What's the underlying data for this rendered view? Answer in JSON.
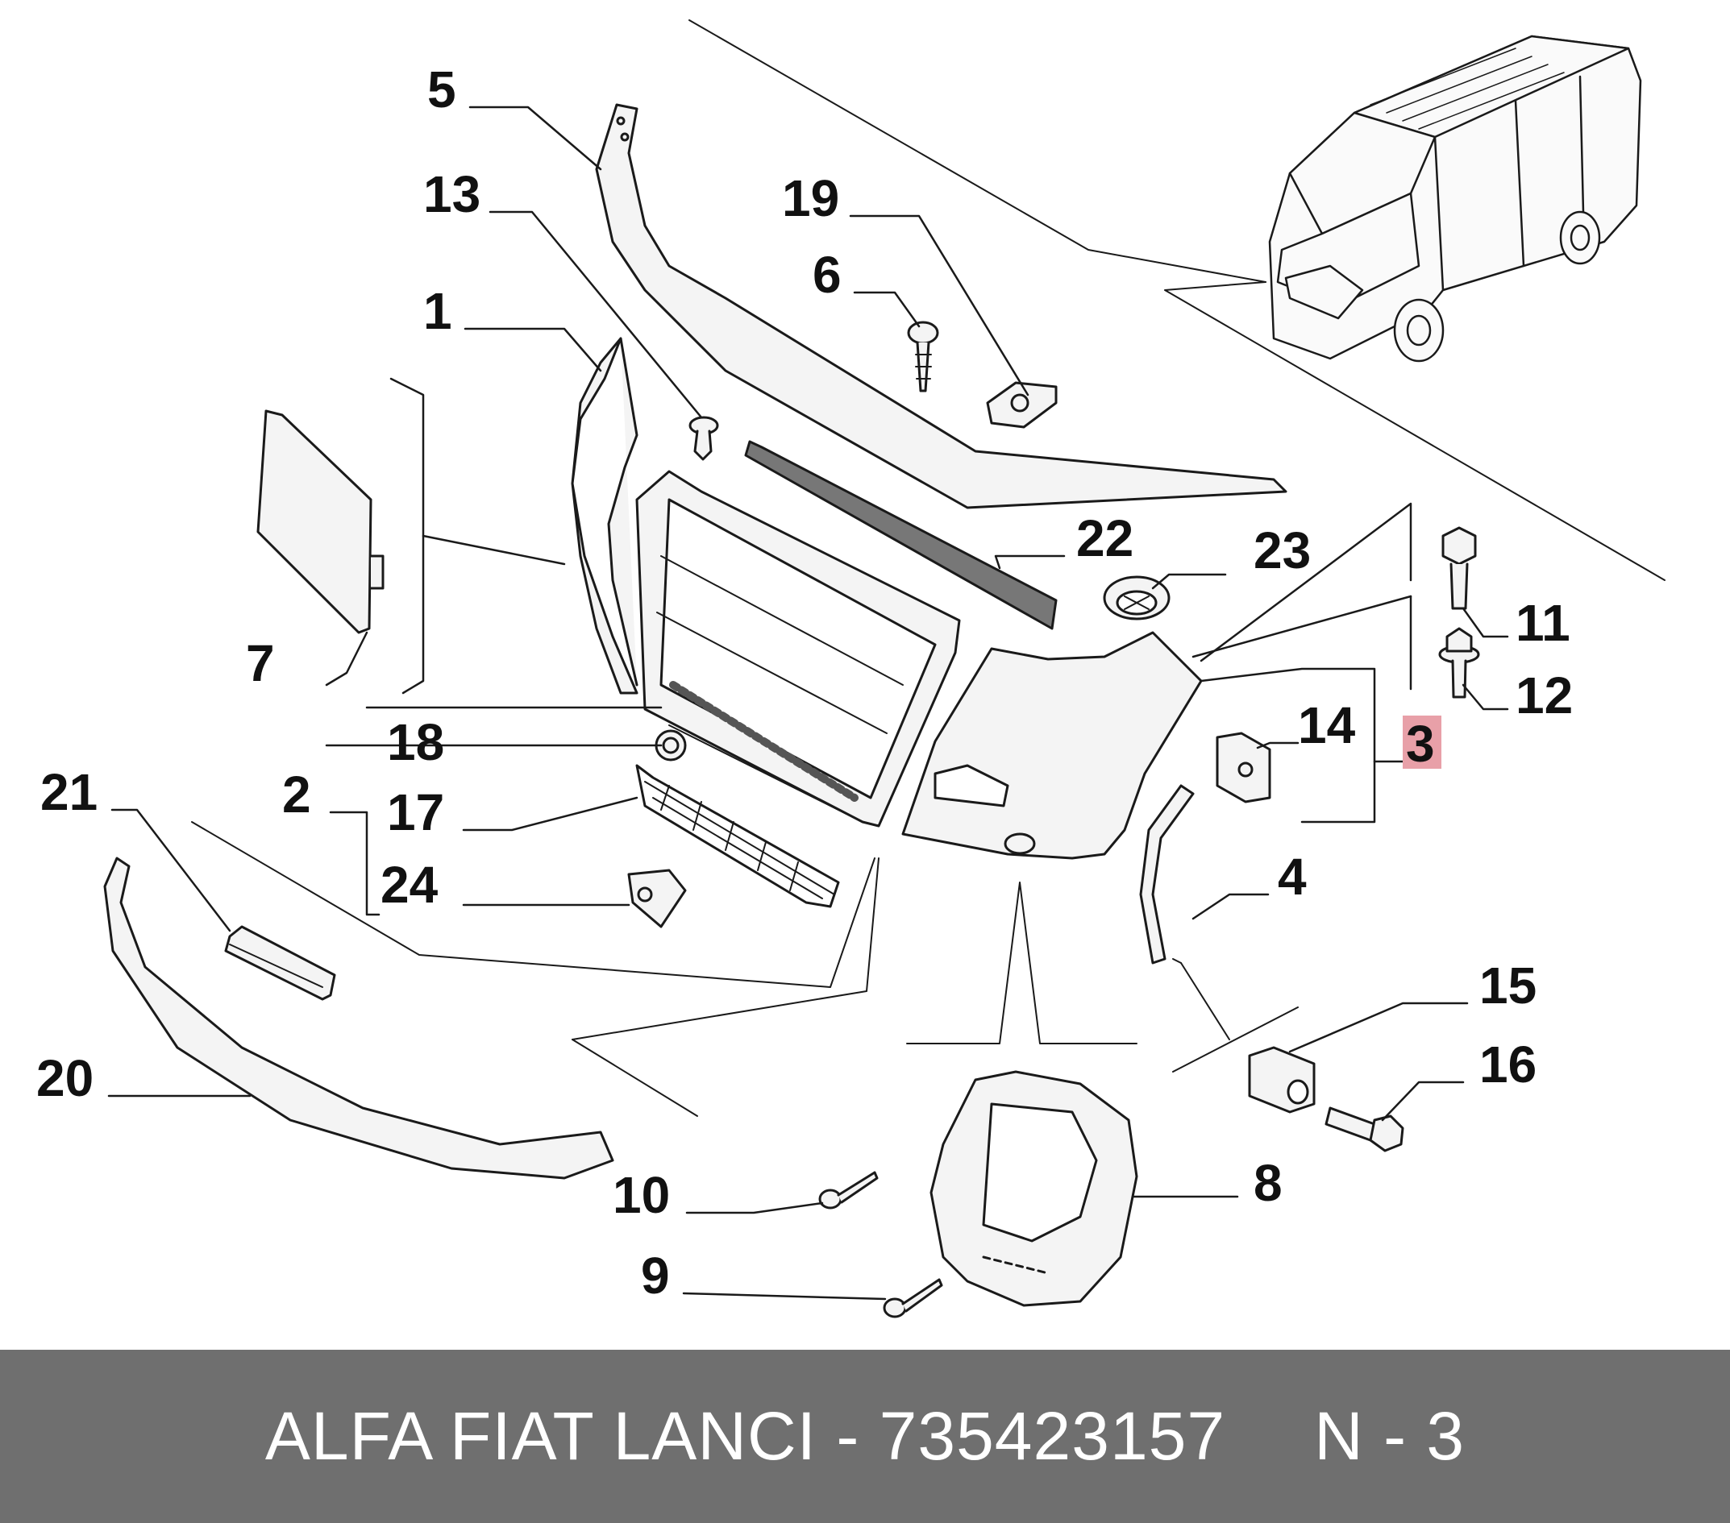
{
  "callouts": {
    "c1": "1",
    "c2": "2",
    "c3": "3",
    "c4": "4",
    "c5": "5",
    "c6": "6",
    "c7": "7",
    "c8": "8",
    "c9": "9",
    "c10": "10",
    "c11": "11",
    "c12": "12",
    "c13": "13",
    "c14": "14",
    "c15": "15",
    "c16": "16",
    "c17": "17",
    "c18": "18",
    "c19": "19",
    "c20": "20",
    "c21": "21",
    "c22": "22",
    "c23": "23",
    "c24": "24"
  },
  "highlight": {
    "callout": "3",
    "color": "#e8a0a8"
  },
  "footer": {
    "part_label": "ALFA FIAT LANCI - 735423157",
    "ref_label": "N - 3"
  },
  "colors": {
    "line": "#1a1a1a",
    "footer_bg": "#6f6f6f",
    "part_fill": "#f4f4f4"
  }
}
